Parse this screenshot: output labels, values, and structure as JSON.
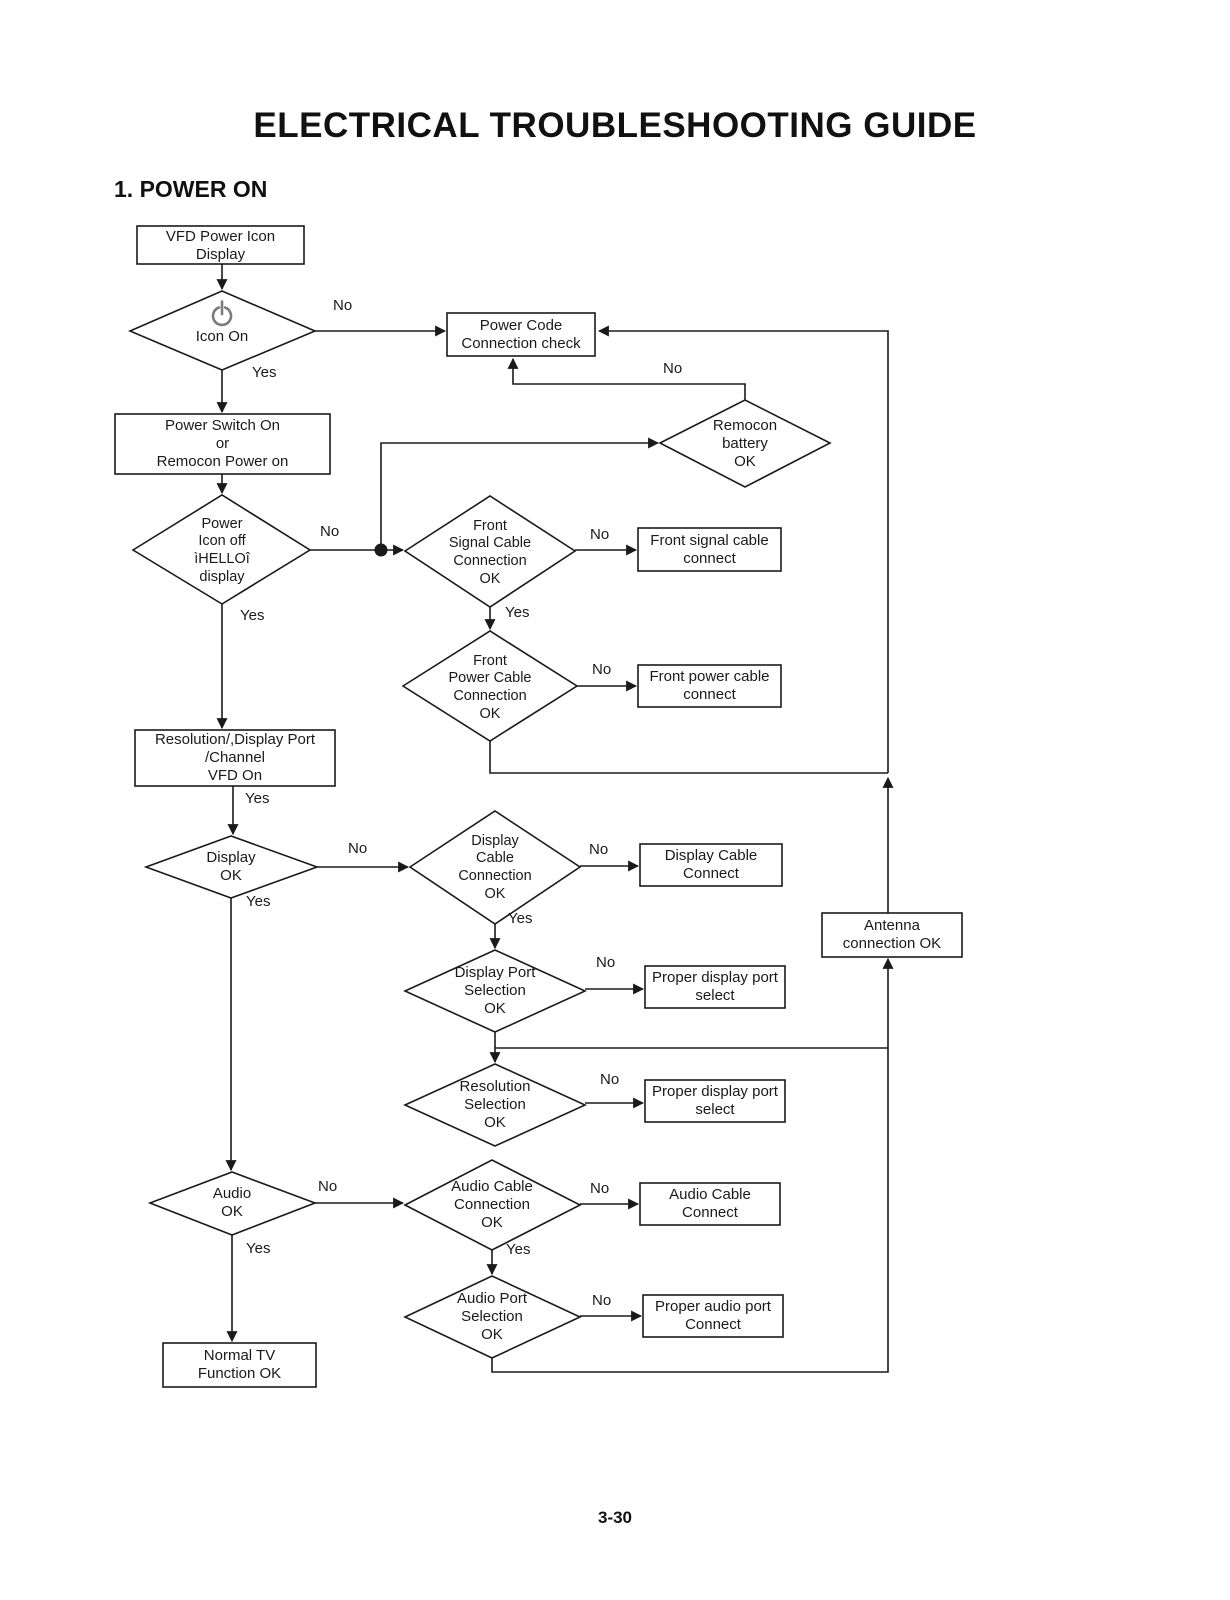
{
  "page": {
    "title": "ELECTRICAL TROUBLESHOOTING GUIDE",
    "section": "1. POWER ON",
    "footer": "3-30"
  },
  "labels": {
    "no": "No",
    "yes": "Yes"
  },
  "nodes": {
    "vfd": {
      "label": "VFD Power Icon\nDisplay"
    },
    "icon_on": {
      "label": "Icon On"
    },
    "power_code": {
      "label": "Power Code\nConnection check"
    },
    "power_switch": {
      "label": "Power Switch On\nor\nRemocon Power on"
    },
    "remocon": {
      "label": "Remocon\nbattery\nOK"
    },
    "power_icon_off": {
      "label": "Power\nIcon off\nìHELLOî\ndisplay"
    },
    "front_signal": {
      "label": "Front\nSignal Cable\nConnection\nOK"
    },
    "front_signal_connect": {
      "label": "Front signal cable\nconnect"
    },
    "front_power": {
      "label": "Front\nPower Cable\nConnection\nOK"
    },
    "front_power_connect": {
      "label": "Front power cable\nconnect"
    },
    "resolution_vfd": {
      "label": "Resolution/,Display Port\n/Channel\nVFD On"
    },
    "display_ok": {
      "label": "Display\nOK"
    },
    "display_cable": {
      "label": "Display\nCable\nConnection\nOK"
    },
    "display_cable_connect": {
      "label": "Display Cable\nConnect"
    },
    "display_port": {
      "label": "Display Port\nSelection\nOK"
    },
    "proper_display_port1": {
      "label": "Proper display port\nselect"
    },
    "antenna": {
      "label": "Antenna\nconnection OK"
    },
    "resolution_sel": {
      "label": "Resolution\nSelection\nOK"
    },
    "proper_display_port2": {
      "label": "Proper display port\nselect"
    },
    "audio_ok": {
      "label": "Audio\nOK"
    },
    "audio_cable": {
      "label": "Audio Cable\nConnection\nOK"
    },
    "audio_cable_connect": {
      "label": "Audio Cable\nConnect"
    },
    "audio_port": {
      "label": "Audio Port\nSelection\nOK"
    },
    "proper_audio_port": {
      "label": "Proper audio port\nConnect"
    },
    "normal_tv": {
      "label": "Normal TV\nFunction OK"
    }
  }
}
